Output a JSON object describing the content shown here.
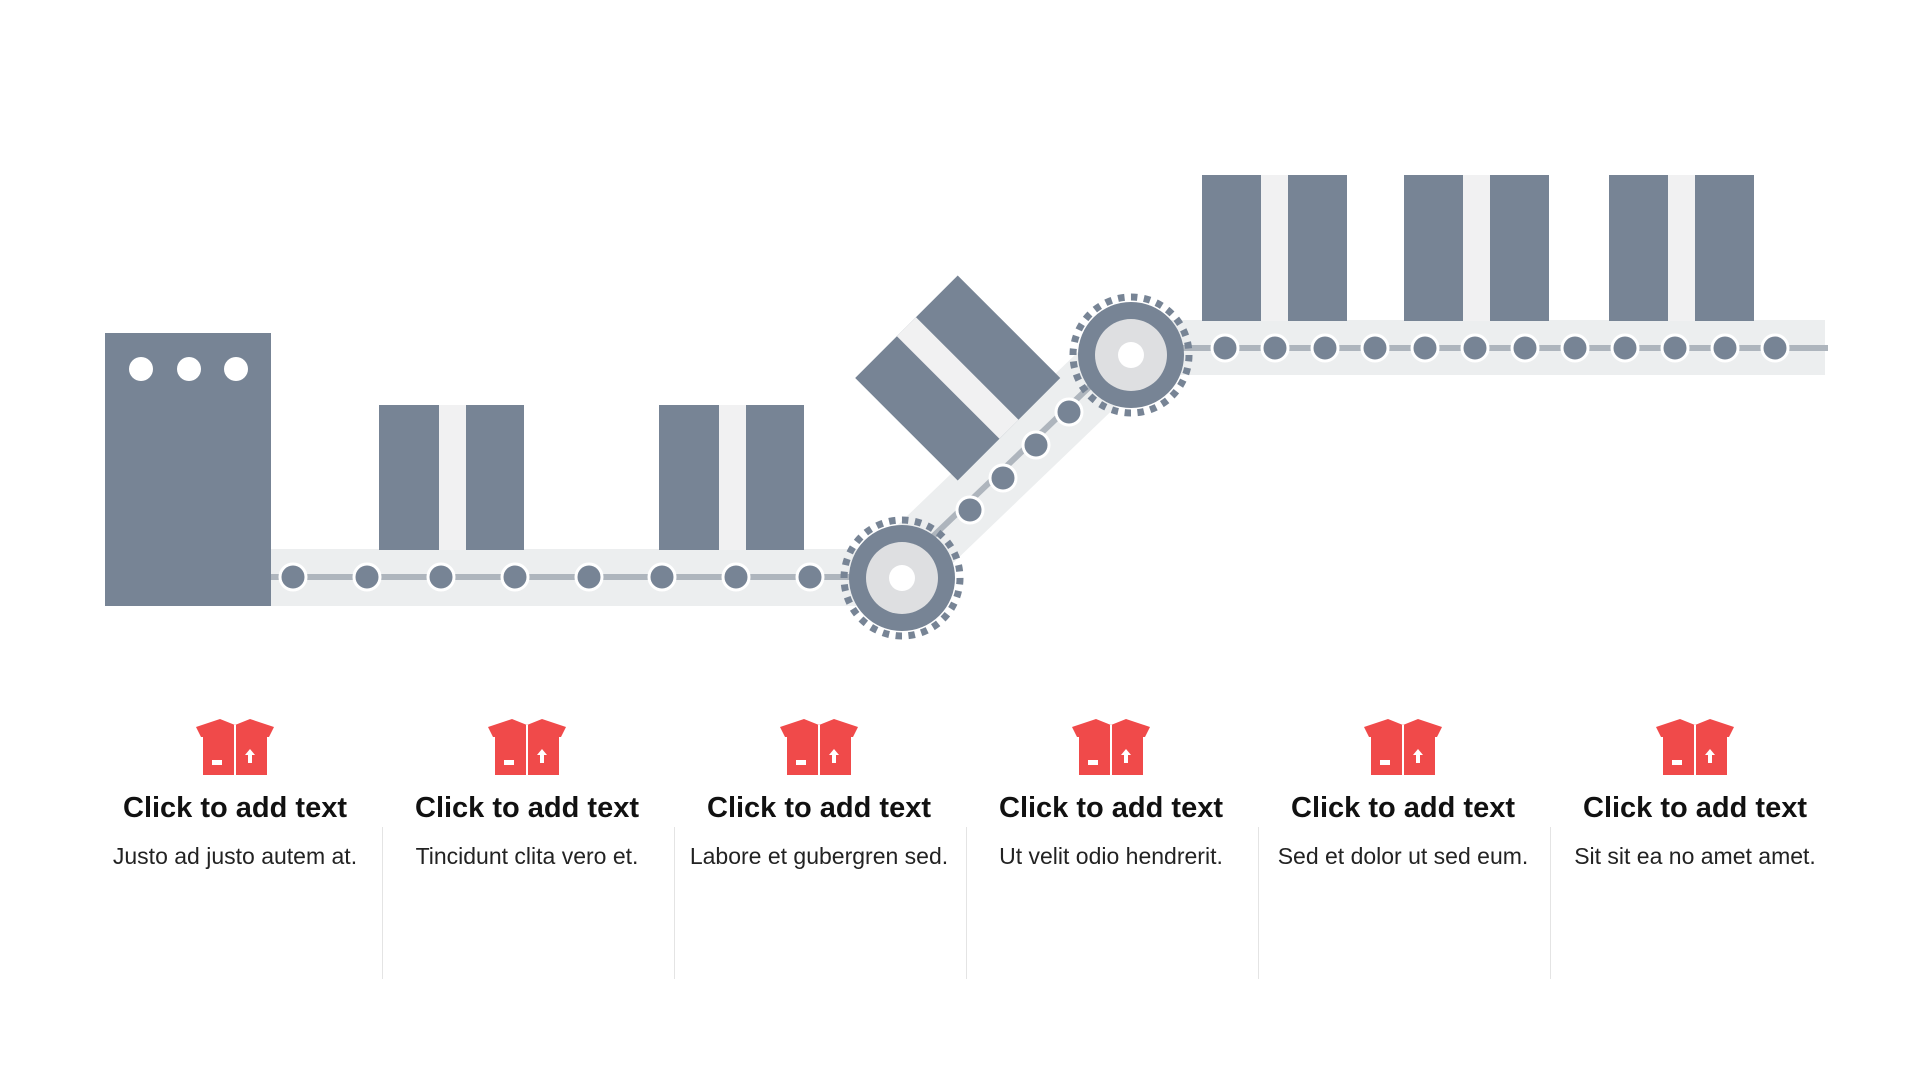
{
  "colors": {
    "machine": "#778495",
    "belt": "#eceeef",
    "belt_line": "#aeb5bd",
    "roller": "#778495",
    "box_stripe": "#f1f1f2",
    "gear": "#778495",
    "gear_inner": "#dedfe1",
    "icon": "#f04a4a",
    "title_text": "#111111",
    "body_text": "#222222",
    "divider": "#e4e4e4"
  },
  "icons": {
    "step": "open-box-icon",
    "gear": "gear-icon",
    "machine": "machine-icon",
    "box": "package-icon"
  },
  "steps": [
    {
      "title": "Click to add text",
      "description": "Justo ad justo autem at."
    },
    {
      "title": "Click to add text",
      "description": "Tincidunt clita vero et."
    },
    {
      "title": "Click to add text",
      "description": "Labore et gubergren sed."
    },
    {
      "title": "Click to add text",
      "description": "Ut velit odio hendrerit."
    },
    {
      "title": "Click to add text",
      "description": "Sed et dolor ut sed eum."
    },
    {
      "title": "Click to add text",
      "description": "Sit sit ea no amet amet."
    }
  ]
}
